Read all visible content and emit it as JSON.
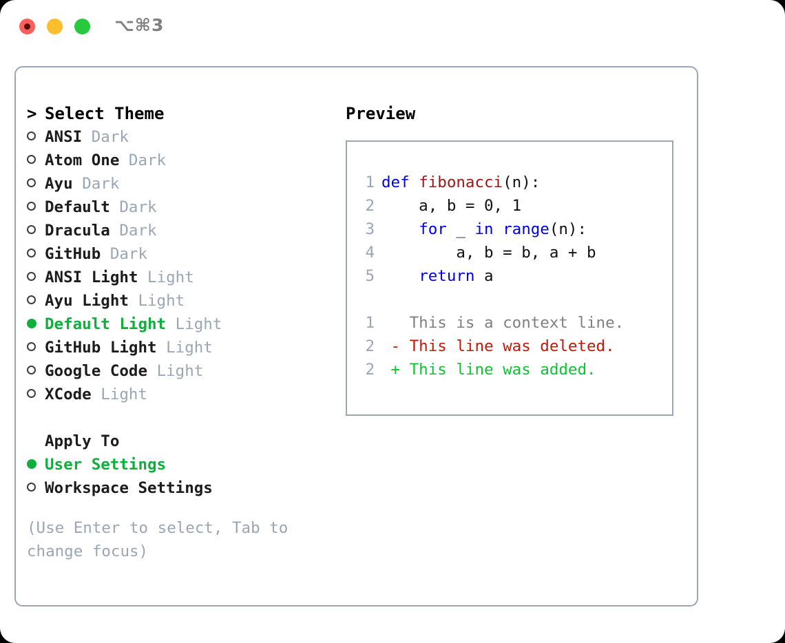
{
  "window": {
    "title": "⌥⌘3",
    "traffic_lights": [
      {
        "name": "close",
        "color": "#fb5f57"
      },
      {
        "name": "minimize",
        "color": "#fcbe2c"
      },
      {
        "name": "maximize",
        "color": "#28c83f"
      }
    ]
  },
  "theme_selector": {
    "header_caret": ">",
    "header_label": "Select Theme",
    "selected_color": "#0fae3d",
    "tag_color": "#9aa6b4",
    "items": [
      {
        "marker": "o",
        "label": "ANSI",
        "tag": "Dark",
        "selected": false
      },
      {
        "marker": "o",
        "label": "Atom One",
        "tag": "Dark",
        "selected": false
      },
      {
        "marker": "o",
        "label": "Ayu",
        "tag": "Dark",
        "selected": false
      },
      {
        "marker": "o",
        "label": "Default",
        "tag": "Dark",
        "selected": false
      },
      {
        "marker": "o",
        "label": "Dracula",
        "tag": "Dark",
        "selected": false
      },
      {
        "marker": "o",
        "label": "GitHub",
        "tag": "Dark",
        "selected": false
      },
      {
        "marker": "o",
        "label": "ANSI Light",
        "tag": "Light",
        "selected": false
      },
      {
        "marker": "o",
        "label": "Ayu Light",
        "tag": "Light",
        "selected": false
      },
      {
        "marker": "●",
        "label": "Default Light",
        "tag": "Light",
        "selected": true
      },
      {
        "marker": "o",
        "label": "GitHub Light",
        "tag": "Light",
        "selected": false
      },
      {
        "marker": "o",
        "label": "Google Code",
        "tag": "Light",
        "selected": false
      },
      {
        "marker": "o",
        "label": "XCode",
        "tag": "Light",
        "selected": false
      }
    ]
  },
  "apply_to": {
    "heading": "Apply To",
    "options": [
      {
        "marker": "●",
        "label": "User Settings",
        "selected": true
      },
      {
        "marker": "o",
        "label": "Workspace Settings",
        "selected": false
      }
    ]
  },
  "hint": "(Use Enter to select, Tab to change focus)",
  "preview": {
    "title": "Preview",
    "code_lines": [
      {
        "no": "1",
        "tokens": [
          {
            "t": "def ",
            "c": "kw"
          },
          {
            "t": "fibonacci",
            "c": "fn"
          },
          {
            "t": "(n):",
            "c": "txt"
          }
        ]
      },
      {
        "no": "2",
        "tokens": [
          {
            "t": "    a, b = 0, 1",
            "c": "txt"
          }
        ]
      },
      {
        "no": "3",
        "tokens": [
          {
            "t": "    ",
            "c": "txt"
          },
          {
            "t": "for",
            "c": "kw"
          },
          {
            "t": " _ ",
            "c": "txt"
          },
          {
            "t": "in",
            "c": "kw"
          },
          {
            "t": " ",
            "c": "txt"
          },
          {
            "t": "range",
            "c": "kw"
          },
          {
            "t": "(n):",
            "c": "txt"
          }
        ]
      },
      {
        "no": "4",
        "tokens": [
          {
            "t": "        a, b = b, a + b",
            "c": "txt"
          }
        ]
      },
      {
        "no": "5",
        "tokens": [
          {
            "t": "    ",
            "c": "txt"
          },
          {
            "t": "return",
            "c": "kw"
          },
          {
            "t": " a",
            "c": "txt"
          }
        ]
      }
    ],
    "diff_lines": [
      {
        "no": "1",
        "sign": " ",
        "text": "This is a context line.",
        "kind": "ctx"
      },
      {
        "no": "2",
        "sign": "-",
        "text": "This line was deleted.",
        "kind": "del"
      },
      {
        "no": "2",
        "sign": "+",
        "text": "This line was added.",
        "kind": "add"
      }
    ],
    "colors": {
      "keyword": "#0000ee",
      "function": "#a31515",
      "text": "#111111",
      "context": "#808080",
      "deleted": "#c21807",
      "added": "#0cc431",
      "lineno": "#9aa6b4"
    }
  }
}
